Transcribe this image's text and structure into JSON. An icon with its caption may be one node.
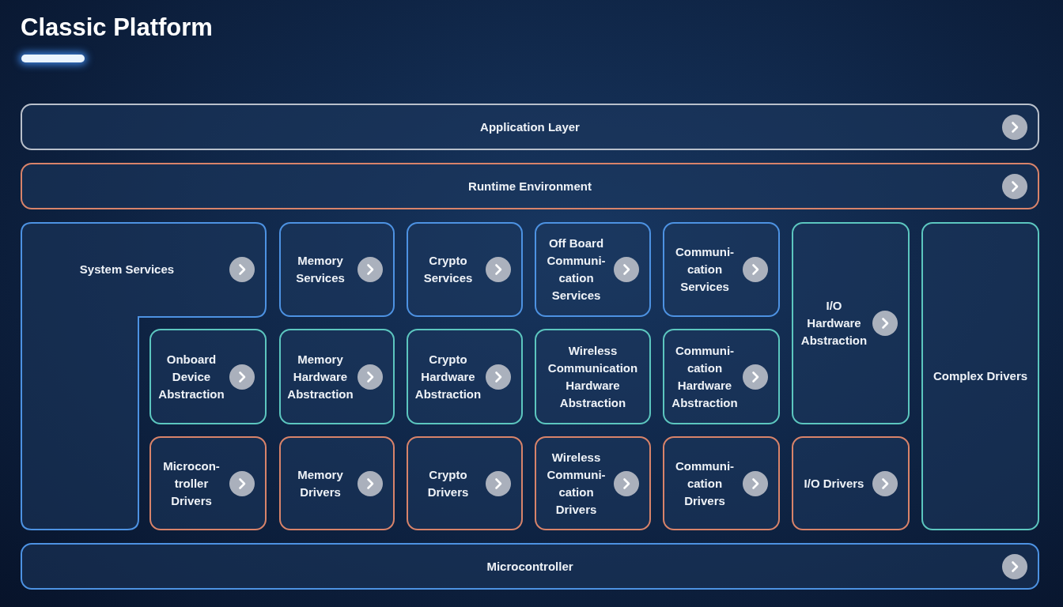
{
  "diagram": {
    "title": "Classic Platform",
    "nodes": [
      {
        "text": [
          "Application Layer"
        ]
      },
      {
        "text": [
          "Runtime Environment"
        ]
      },
      {
        "text": [
          "System Services"
        ]
      },
      {
        "text": [
          "Memory Services"
        ]
      },
      {
        "text": [
          "Crypto Services"
        ]
      },
      {
        "text": [
          "Off Board Communi- cation Services"
        ]
      },
      {
        "text": [
          "Communi- cation Services"
        ]
      },
      {
        "text": [
          "I/O Hardware Abstraction"
        ]
      },
      {
        "text": [
          "Complex Drivers"
        ]
      },
      {
        "text": [
          "Onboard Device Abstraction"
        ]
      },
      {
        "text": [
          "Memory Hardware Abstraction"
        ]
      },
      {
        "text": [
          "Crypto Hardware Abstraction"
        ]
      },
      {
        "text": [
          "Wireless Communication Hardware Abstraction"
        ]
      },
      {
        "text": [
          "Communi- cation Hardware Abstraction"
        ]
      },
      {
        "text": [
          "Microcon- troller Drivers"
        ]
      },
      {
        "text": [
          "Memory Drivers"
        ]
      },
      {
        "text": [
          "Crypto Drivers"
        ]
      },
      {
        "text": [
          "Wireless Communi- cation Drivers"
        ]
      },
      {
        "text": [
          "Communi- cation Drivers"
        ]
      },
      {
        "text": [
          "I/O Drivers"
        ]
      },
      {
        "text": [
          "Microcontroller"
        ]
      }
    ]
  }
}
